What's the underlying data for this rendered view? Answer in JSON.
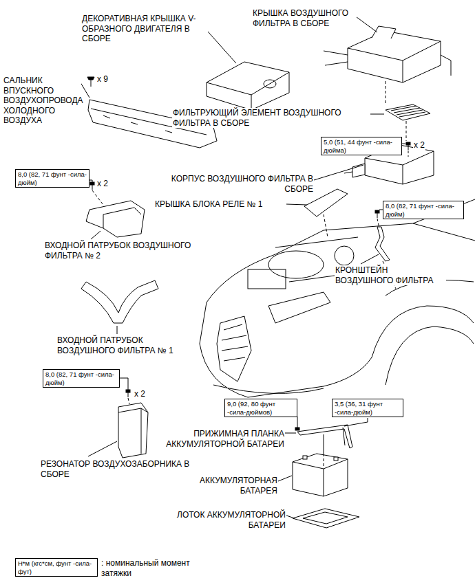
{
  "diagram": {
    "nodes": [
      {
        "text": [
          "5,0 (51, 44 фунт -сила-дюйма)"
        ]
      },
      {
        "text": [
          "8,0 (82, 71 фунт -сила-дюйм)"
        ]
      },
      {
        "text": [
          "8,0 (82, 71 фунт -сила-дюйм)"
        ]
      },
      {
        "text": [
          "8,0 (82, 71 фунт -сила-дюйм)"
        ]
      },
      {
        "text": [
          "9,0 (92, 80 фунт -сила-дюймов)"
        ]
      },
      {
        "text": [
          "3,5 (36, 31 фунт -сила-дюйм)"
        ]
      },
      {
        "text": [
          "Н*м (кгс*см, фунт -сила-фут)"
        ]
      }
    ],
    "labels": [
      "ДЕКОРАТИВНАЯ КРЫШКА V-ОБРАЗНОГО ДВИГАТЕЛЯ В СБОРЕ",
      "КРЫШКА ВОЗДУШНОГО ФИЛЬТРА В СБОРЕ",
      "x 9",
      "САЛЬНИК ВПУСКНОГО ВОЗДУХОПРОВОДА ХОЛОДНОГО ВОЗДУХА",
      "ФИЛЬТРУЮЩИЙ ЭЛЕМЕНТ ВОЗДУШНОГО ФИЛЬТРА В СБОРЕ",
      "x 2",
      "КОРПУС ВОЗДУШНОГО ФИЛЬТРА В СБОРЕ",
      "x 2",
      "КРЫШКА БЛОКА РЕЛЕ № 1",
      "ВХОДНОЙ ПАТРУБОК ВОЗДУШНОГО ФИЛЬТРА № 2",
      "КРОНШТЕЙН ВОЗДУШНОГО ФИЛЬТРА",
      "ВХОДНОЙ ПАТРУБОК ВОЗДУШНОГО ФИЛЬТРА № 1",
      "x 2",
      "ПРИЖИМНАЯ ПЛАНКА АККУМУЛЯТОРНОЙ БАТАРЕИ",
      "РЕЗОНАТОР ВОЗДУХОЗАБОРНИКА В СБОРЕ",
      "АККУМУЛЯТОРНАЯ БАТАРЕЯ",
      "ЛОТОК АККУМУЛЯТОРНОЙ БАТАРЕИ",
      ": номинальный момент затяжки"
    ]
  }
}
